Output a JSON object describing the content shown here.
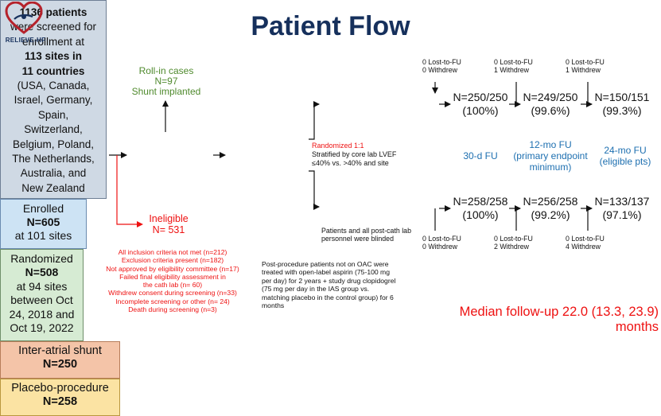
{
  "title": "Patient Flow",
  "logo": {
    "text": "RELIEVE-HF",
    "color": "#b5222b"
  },
  "screening": {
    "lines": [
      "1136 patients",
      "were screened for",
      "enrollment at",
      "113 sites in",
      "11 countries",
      "(USA, Canada,",
      "Israel, Germany,",
      "Spain,",
      "Switzerland,",
      "Belgium, Poland,",
      "The Netherlands,",
      "Australia, and",
      "New Zealand"
    ]
  },
  "rollin": {
    "line1": "Roll-in cases",
    "line2": "N=97",
    "line3": "Shunt implanted"
  },
  "enrolled": {
    "line1": "Enrolled",
    "line2": "N=605",
    "line3": "at 101 sites"
  },
  "ineligible": {
    "title": "Ineligible",
    "count": "N= 531",
    "reasons": [
      "All inclusion criteria not met (n=212)",
      "Exclusion criteria present (n=182)",
      "Not approved by eligibility committee (n=17)",
      "Failed final eligibility assessment in the cath lab (n= 60)",
      "Withdrew consent during screening (n=33)",
      "Incomplete screening or other (n= 24)",
      "Death during screening (n=3)"
    ]
  },
  "randomized": {
    "lines": [
      "Randomized",
      "N=508",
      "at 94 sites",
      "between Oct",
      "24, 2018 and",
      "Oct 19, 2022"
    ]
  },
  "stratification": {
    "line1": "Randomized 1:1",
    "line2": "Stratified by core lab LVEF",
    "line3": "≤40% vs. >40% and site"
  },
  "ias_arm": {
    "name": "Inter-atrial shunt",
    "n": "N=250"
  },
  "placebo_arm": {
    "name": "Placebo-procedure",
    "n": "N=258"
  },
  "blinded_note": "Patients and all post-cath lab personnel were blinded",
  "post_procedure_note": "Post-procedure patients not on OAC were treated with open-label aspirin (75-100 mg per day) for 2 years + study drug clopidogrel (75 mg per day in the IAS group vs. matching placebo in the control group) for 6 months",
  "ias_followup": [
    {
      "ratio": "N=250/250",
      "pct": "(100%)",
      "lost": "0 Lost-to-FU",
      "withdrew": "0 Withdrew"
    },
    {
      "ratio": "N=249/250",
      "pct": "(99.6%)",
      "lost": "0 Lost-to-FU",
      "withdrew": "1 Withdrew"
    },
    {
      "ratio": "N=150/151",
      "pct": "(99.3%)",
      "lost": "0 Lost-to-FU",
      "withdrew": "1 Withdrew"
    }
  ],
  "placebo_followup": [
    {
      "ratio": "N=258/258",
      "pct": "(100%)",
      "lost": "0 Lost-to-FU",
      "withdrew": "0 Withdrew"
    },
    {
      "ratio": "N=256/258",
      "pct": "(99.2%)",
      "lost": "0 Lost-to-FU",
      "withdrew": "2 Withdrew"
    },
    {
      "ratio": "N=133/137",
      "pct": "(97.1%)",
      "lost": "0 Lost-to-FU",
      "withdrew": "4 Withdrew"
    }
  ],
  "fu_labels": {
    "d30": "30-d FU",
    "m12_l1": "12-mo FU",
    "m12_l2": "(primary endpoint",
    "m12_l3": "minimum)",
    "m24_l1": "24-mo FU",
    "m24_l2": "(eligible pts)"
  },
  "median": "Median follow-up 22.0 (13.3, 23.9) months",
  "colors": {
    "title": "#16305c",
    "red": "#ee1111",
    "green": "#4f8a2d",
    "blue": "#1d6fb0"
  }
}
